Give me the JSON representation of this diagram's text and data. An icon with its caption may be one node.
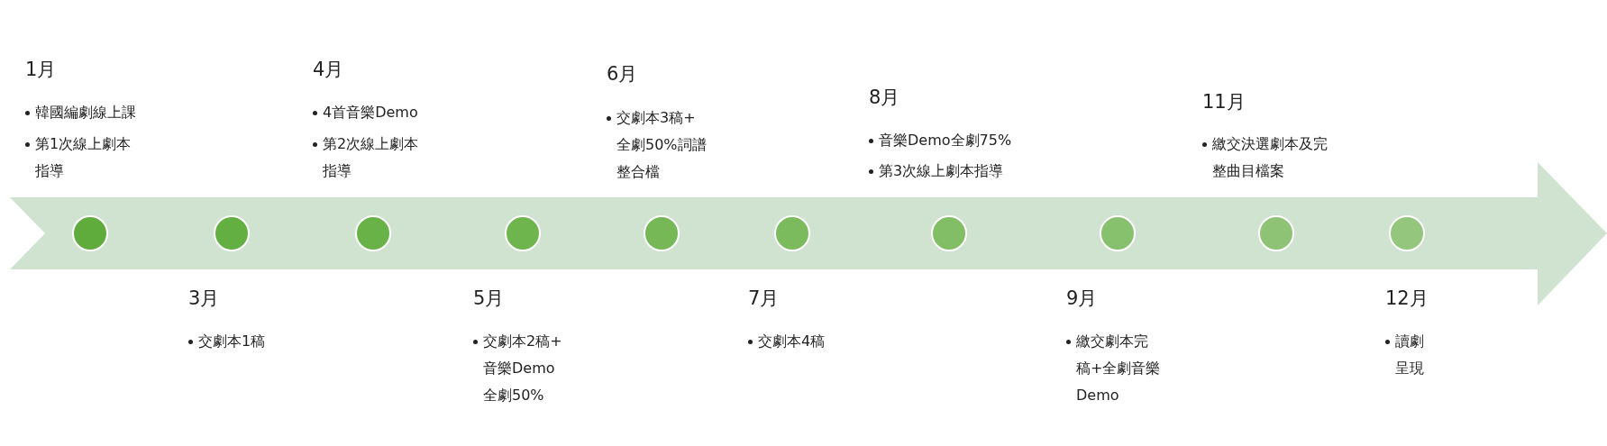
{
  "diagram": {
    "nodes": [
      {
        "text": [],
        "shape": "circle",
        "beside": [
          "1月",
          "韓國編劇線上課",
          "第1次線上劇本指導"
        ]
      },
      {
        "text": [],
        "shape": "circle",
        "beside": [
          "3月",
          "交劇本1稿"
        ]
      },
      {
        "text": [],
        "shape": "circle",
        "beside": [
          "4月",
          "4首音樂Demo",
          "第2次線上劇本指導"
        ]
      },
      {
        "text": [],
        "shape": "circle",
        "beside": [
          "5月",
          "交劇本2稿+音樂Demo全劇50%"
        ]
      },
      {
        "text": [],
        "shape": "circle",
        "beside": [
          "6月",
          "交劇本3稿+全劇50%詞譜整合檔"
        ]
      },
      {
        "text": [],
        "shape": "circle",
        "beside": [
          "7月",
          "交劇本4稿"
        ]
      },
      {
        "text": [],
        "shape": "circle",
        "beside": [
          "8月",
          "音樂Demo全劇75%",
          "第3次線上劇本指導"
        ]
      },
      {
        "text": [],
        "shape": "circle",
        "beside": [
          "9月",
          "繳交劇本完稿+全劇音樂Demo"
        ]
      },
      {
        "text": [],
        "shape": "circle",
        "beside": [
          "11月",
          "繳交決選劇本及完整曲目檔案"
        ]
      },
      {
        "text": [],
        "shape": "circle",
        "beside": [
          "12月",
          "讀劇呈現"
        ]
      }
    ]
  }
}
